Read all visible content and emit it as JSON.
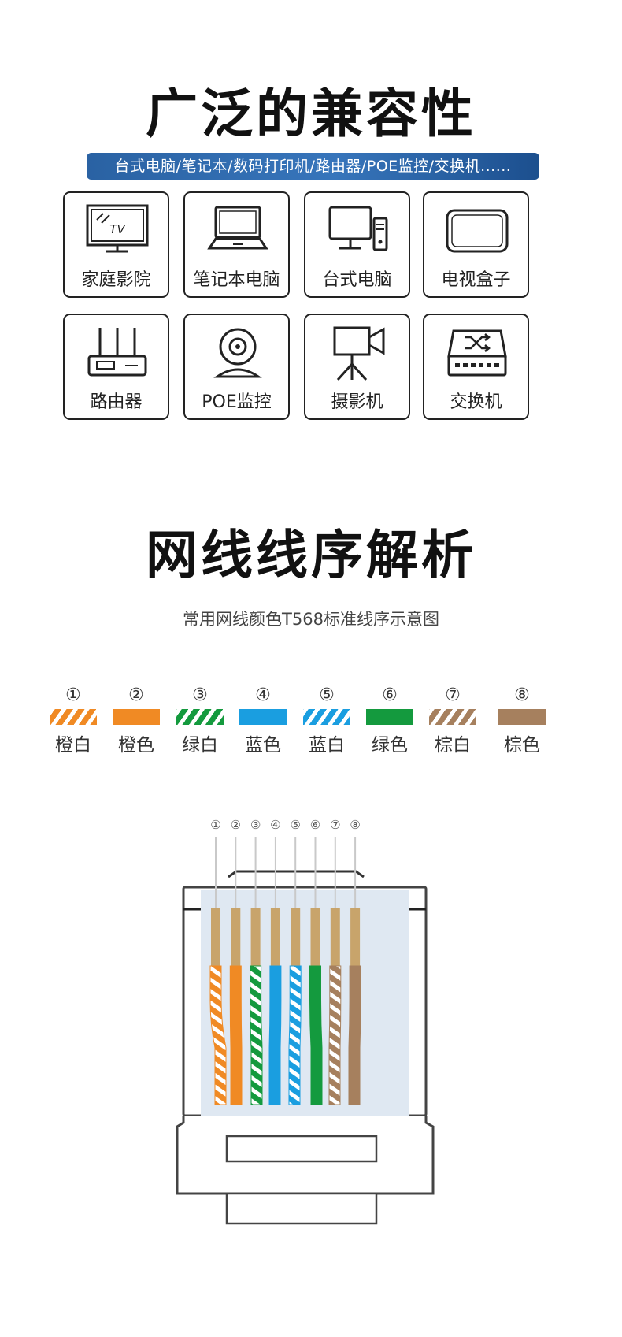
{
  "compat": {
    "title": "广泛的兼容性",
    "banner": "台式电脑/笔记本/数码打印机/路由器/POE监控/交换机......",
    "devices": [
      {
        "label": "家庭影院",
        "icon": "tv-icon"
      },
      {
        "label": "笔记本电脑",
        "icon": "laptop-icon"
      },
      {
        "label": "台式电脑",
        "icon": "desktop-computer-icon"
      },
      {
        "label": "电视盒子",
        "icon": "tv-box-icon"
      },
      {
        "label": "路由器",
        "icon": "router-icon"
      },
      {
        "label": "POE监控",
        "icon": "webcam-icon"
      },
      {
        "label": "摄影机",
        "icon": "video-camera-icon"
      },
      {
        "label": "交换机",
        "icon": "network-switch-icon"
      }
    ],
    "tv_icon_text": "TV"
  },
  "wiring": {
    "title": "网线线序解析",
    "subtitle": "常用网线颜色T568标准线序示意图",
    "wires": [
      {
        "num": "①",
        "name": "橙白",
        "color": "#f08a24",
        "striped": true
      },
      {
        "num": "②",
        "name": "橙色",
        "color": "#f08a24",
        "striped": false
      },
      {
        "num": "③",
        "name": "绿白",
        "color": "#149a3e",
        "striped": true
      },
      {
        "num": "④",
        "name": "蓝色",
        "color": "#1a9ee0",
        "striped": false
      },
      {
        "num": "⑤",
        "name": "蓝白",
        "color": "#1a9ee0",
        "striped": true
      },
      {
        "num": "⑥",
        "name": "绿色",
        "color": "#149a3e",
        "striped": false
      },
      {
        "num": "⑦",
        "name": "棕白",
        "color": "#a6805e",
        "striped": true
      },
      {
        "num": "⑧",
        "name": "棕色",
        "color": "#a6805e",
        "striped": false
      }
    ],
    "pin_color": "#c8a46b"
  }
}
